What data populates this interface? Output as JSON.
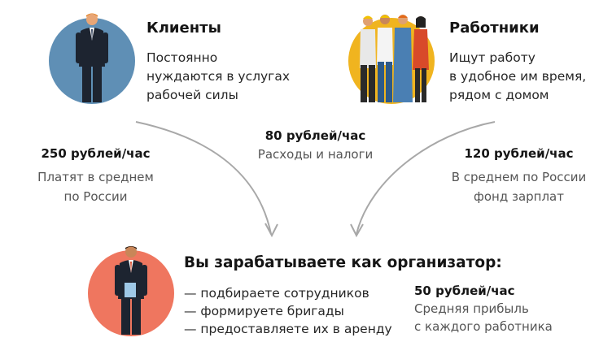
{
  "clients": {
    "title": "Клиенты",
    "lines": [
      "Постоянно",
      "нуждаются в услугах",
      "рабочей силы"
    ]
  },
  "workers": {
    "title": "Работники",
    "lines": [
      "Ищут работу",
      "в удобное им время,",
      "рядом с домом"
    ]
  },
  "client_rate": {
    "price": "250 рублей/час",
    "lines": [
      "Платят в среднем",
      "по России"
    ]
  },
  "costs": {
    "price": "80 рублей/час",
    "label": "Расходы и налоги"
  },
  "worker_rate": {
    "price": "120 рублей/час",
    "lines": [
      "В среднем по России",
      "фонд зарплат"
    ]
  },
  "organizer": {
    "title": "Вы зарабатываете как организатор:",
    "items": [
      "— подбираете сотрудников",
      "— формируете бригады",
      "— предоставляете их в аренду"
    ]
  },
  "profit": {
    "price": "50 рублей/час",
    "lines": [
      "Средняя прибыль",
      "с каждого работника"
    ]
  },
  "colors": {
    "clients_circle": "#5f8fb5",
    "workers_circle": "#f0b41f",
    "organizer_circle": "#ef765f",
    "arrow": "#a8a8a8"
  }
}
